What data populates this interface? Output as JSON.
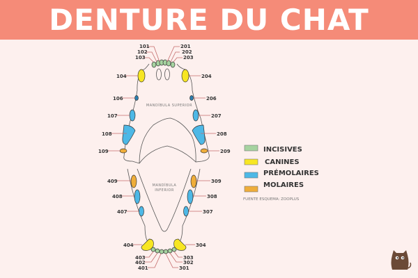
{
  "title": "DENTURE DU CHAT",
  "diagram": {
    "upper_label": "MANDÍBULA SUPERIOR",
    "lower_label_1": "MANDÍBULA",
    "lower_label_2": "INFERIOR",
    "teeth": {
      "t101": "101",
      "t102": "102",
      "t103": "103",
      "t201": "201",
      "t202": "202",
      "t203": "203",
      "t104": "104",
      "t204": "204",
      "t106": "106",
      "t206": "206",
      "t107": "107",
      "t207": "207",
      "t108": "108",
      "t208": "208",
      "t109": "109",
      "t209": "209",
      "t409": "409",
      "t309": "309",
      "t408": "408",
      "t308": "308",
      "t407": "407",
      "t307": "307",
      "t404": "404",
      "t304": "304",
      "t403": "403",
      "t402": "402",
      "t401": "401",
      "t303": "303",
      "t302": "302",
      "t301": "301"
    }
  },
  "legend": [
    {
      "label": "INCISIVES",
      "color": "#a6d3a0"
    },
    {
      "label": "CANINES",
      "color": "#f7e623"
    },
    {
      "label": "PRÉMOLAIRES",
      "color": "#4db8e6"
    },
    {
      "label": "MOLAIRES",
      "color": "#efad3a"
    }
  ],
  "source": "FUENTE ESQUEMA: ZOOPLUS",
  "colors": {
    "header": "#f58b78",
    "background": "#fdf0ee",
    "cat_logo": "#6b4a37"
  }
}
